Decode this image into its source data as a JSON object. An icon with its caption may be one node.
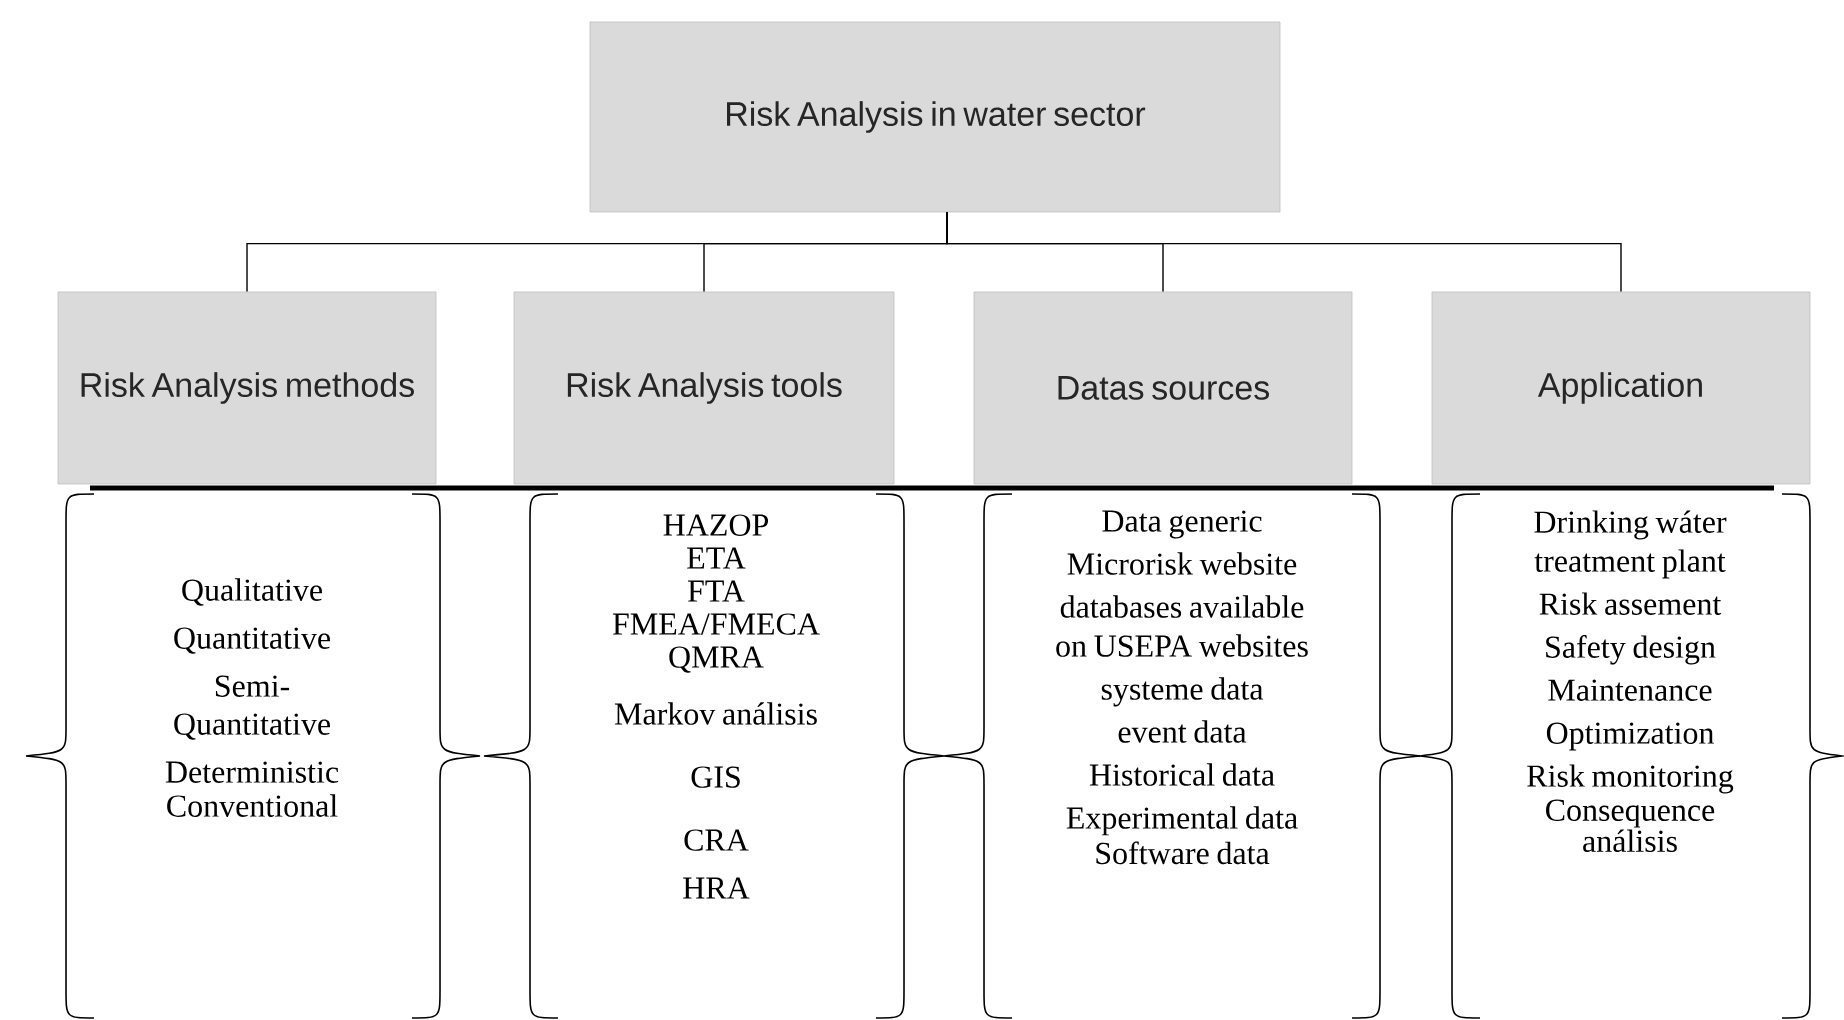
{
  "diagram": {
    "nodes": [
      {
        "text": [
          "Risk Analysis in water sector"
        ]
      },
      {
        "text": [
          "Risk Analysis methods"
        ]
      },
      {
        "text": [
          "Risk Analysis tools"
        ]
      },
      {
        "text": [
          "Datas sources"
        ]
      },
      {
        "text": [
          "Application"
        ]
      },
      {
        "text": [
          "Qualitative",
          "Quantitative",
          "Semi-Quantitative",
          "Deterministic",
          "Conventional"
        ]
      },
      {
        "text": [
          "HAZOP",
          "ETA",
          "FTA",
          "FMEA/FMECA",
          "QMRA",
          "Markov análisis",
          "GIS",
          "CRA",
          "HRA"
        ]
      },
      {
        "text": [
          "Data generic",
          "Microrisk website",
          "databases available on USEPA websites",
          "systeme data",
          "event data",
          "Historical data",
          "Experimental data",
          "Software data"
        ]
      },
      {
        "text": [
          "Drinking wáter treatment plant",
          "Risk assement",
          "Safety design",
          "Maintenance",
          "Optimization",
          "Risk monitoring",
          "Consequence análisis"
        ]
      }
    ],
    "edges": [
      {
        "from": 0,
        "to": 1,
        "arrow": "none"
      },
      {
        "from": 0,
        "to": 2,
        "arrow": "none"
      },
      {
        "from": 0,
        "to": 3,
        "arrow": "none"
      },
      {
        "from": 0,
        "to": 4,
        "arrow": "none"
      }
    ]
  }
}
